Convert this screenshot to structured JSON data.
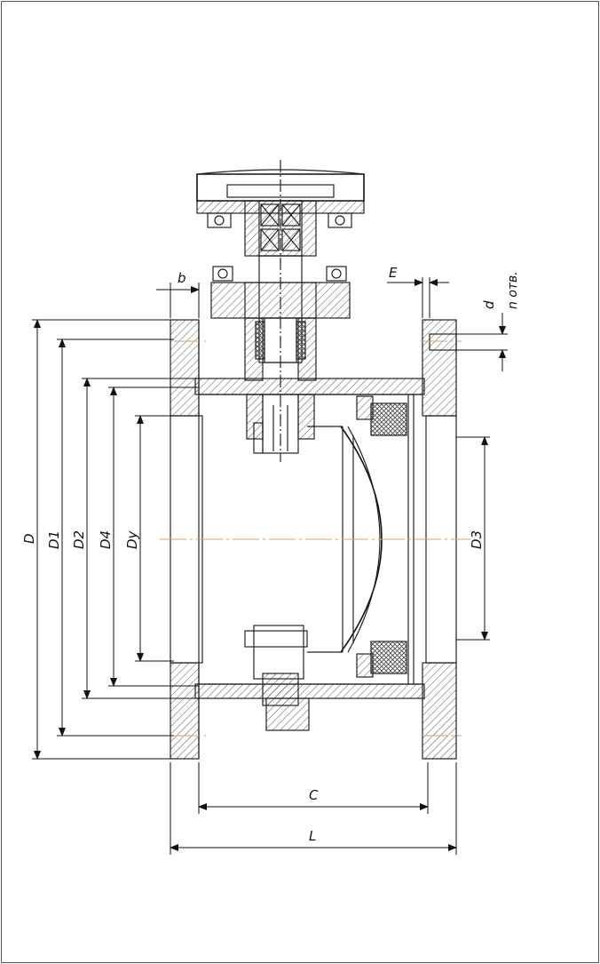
{
  "labels": {
    "D": "D",
    "D1": "D1",
    "D2": "D2",
    "D4": "D4",
    "Dy": "Dy",
    "D3": "D3",
    "b": "b",
    "E": "E",
    "d": "d",
    "n_holes": "n отв.",
    "C": "C",
    "L": "L"
  }
}
